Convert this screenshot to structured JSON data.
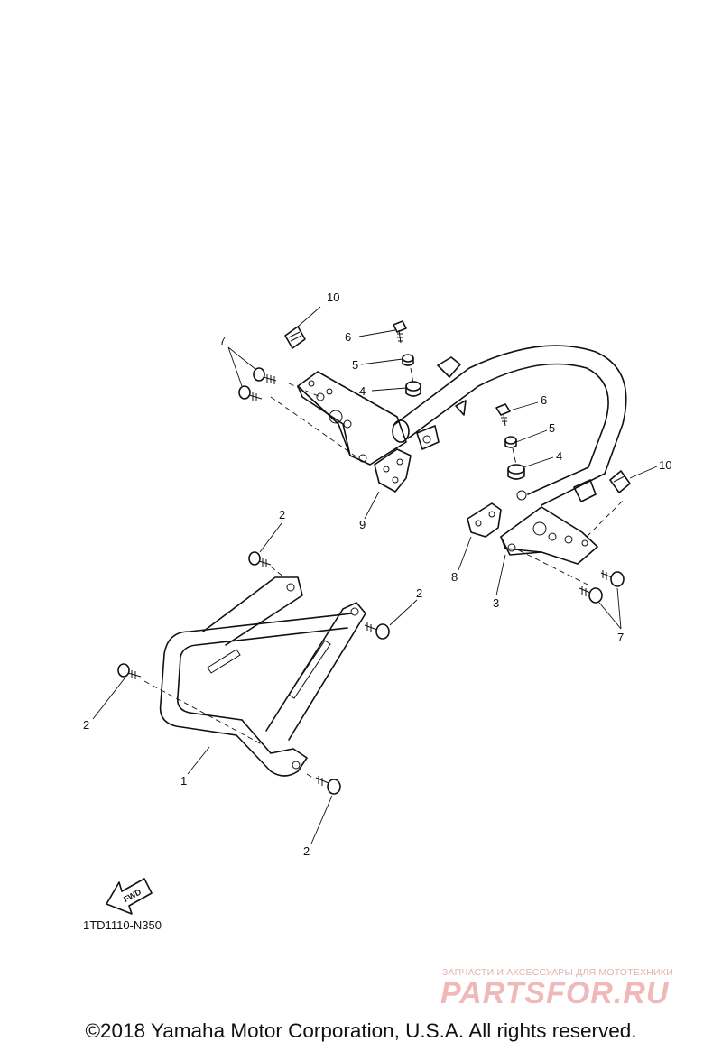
{
  "diagram": {
    "callouts": {
      "c1": "1",
      "c2a": "2",
      "c2b": "2",
      "c2c": "2",
      "c2d": "2",
      "c3": "3",
      "c4a": "4",
      "c4b": "4",
      "c5a": "5",
      "c5b": "5",
      "c6a": "6",
      "c6b": "6",
      "c7a": "7",
      "c7b": "7",
      "c8": "8",
      "c9": "9",
      "c10a": "10",
      "c10b": "10"
    },
    "fwd_label": "FWD",
    "code": "1TD1110-N350"
  },
  "watermark": {
    "tagline": "ЗАПЧАСТИ И АКСЕССУАРЫ ДЛЯ МОТОТЕХНИКИ",
    "logo": "PARTSFOR.RU"
  },
  "copyright": "©2018 Yamaha Motor Corporation, U.S.A. All rights reserved."
}
